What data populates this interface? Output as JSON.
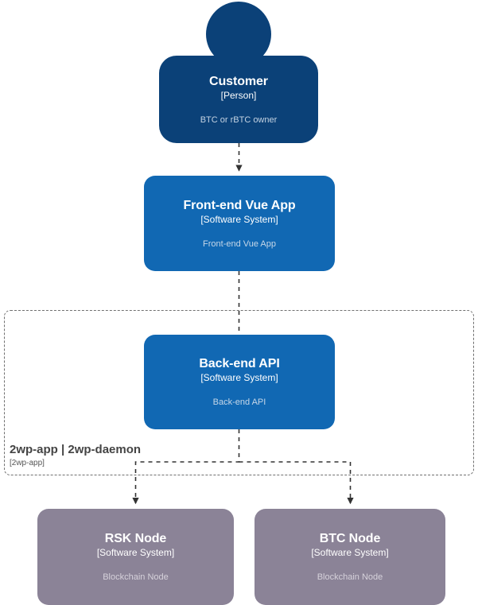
{
  "diagram": {
    "type": "c4-system-context",
    "background": "#ffffff",
    "palette": {
      "person": "#0b4178",
      "software_system": "#1168b3",
      "external_system": "#8b8397",
      "connector": "#333333",
      "boundary": "#707070"
    },
    "nodes": [
      {
        "id": "customer",
        "shape": "person",
        "title": "Customer",
        "meta": "[Person]",
        "description": "BTC or rBTC owner",
        "color": "#0b4178"
      },
      {
        "id": "frontend-vue-app",
        "shape": "box",
        "title": "Front-end Vue App",
        "meta": "[Software System]",
        "description": "Front-end Vue App",
        "color": "#1168b3"
      },
      {
        "id": "backend-api",
        "shape": "box",
        "title": "Back-end API",
        "meta": "[Software System]",
        "description": "Back-end API",
        "color": "#1168b3"
      },
      {
        "id": "rsk-node",
        "shape": "box",
        "title": "RSK Node",
        "meta": "[Software System]",
        "description": "Blockchain Node",
        "color": "#8b8397"
      },
      {
        "id": "btc-node",
        "shape": "box",
        "title": "BTC Node",
        "meta": "[Software System]",
        "description": "Blockchain Node",
        "color": "#8b8397"
      }
    ],
    "boundary": {
      "id": "2wp-app-boundary",
      "title": "2wp-app | 2wp-daemon",
      "meta": "[2wp-app]",
      "style": "dashed"
    },
    "edges": [
      {
        "from": "customer",
        "to": "frontend-vue-app",
        "style": "dashed",
        "arrow": "end",
        "label": ""
      },
      {
        "from": "frontend-vue-app",
        "to": "backend-api",
        "style": "dashed",
        "arrow": "none",
        "label": ""
      },
      {
        "from": "backend-api",
        "to": "rsk-node",
        "style": "dashed",
        "arrow": "end",
        "label": ""
      },
      {
        "from": "backend-api",
        "to": "btc-node",
        "style": "dashed",
        "arrow": "end",
        "label": ""
      }
    ]
  }
}
